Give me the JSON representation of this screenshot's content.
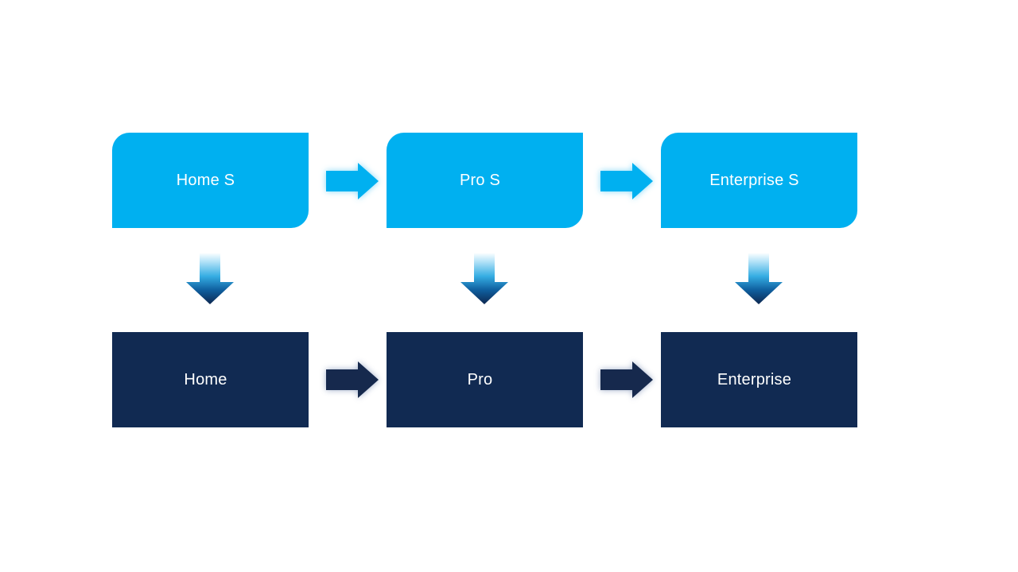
{
  "diagram": {
    "type": "upgrade-flow",
    "rows": [
      {
        "name": "trial-row",
        "style": "light",
        "items": [
          {
            "id": "home-s",
            "label": "Home S"
          },
          {
            "id": "pro-s",
            "label": "Pro S"
          },
          {
            "id": "enterprise-s",
            "label": "Enterprise S"
          }
        ]
      },
      {
        "name": "full-row",
        "style": "dark",
        "items": [
          {
            "id": "home",
            "label": "Home"
          },
          {
            "id": "pro",
            "label": "Pro"
          },
          {
            "id": "enterprise",
            "label": "Enterprise"
          }
        ]
      }
    ],
    "connectors": {
      "horizontal": {
        "type": "right-arrow",
        "count": 4,
        "style_top": "light-glow",
        "style_bottom": "dark-glow"
      },
      "vertical": {
        "type": "down-arrow",
        "count": 3,
        "style": "gradient-light-to-dark"
      }
    }
  },
  "colors": {
    "background": "#FFFFFF",
    "box_light": "#00B0F0",
    "box_dark": "#112A52",
    "arrow_light": "#00B0F0",
    "arrow_dark": "#16294D",
    "arrow_glow_light": "#7DD6F8",
    "arrow_glow_dark": "#96A5C3",
    "down_arrow_gradient_top": "#F8FDFF",
    "down_arrow_gradient_mid": "#35ADE3",
    "down_arrow_gradient_bottom": "#0D2750",
    "text": "#FFFFFF"
  }
}
